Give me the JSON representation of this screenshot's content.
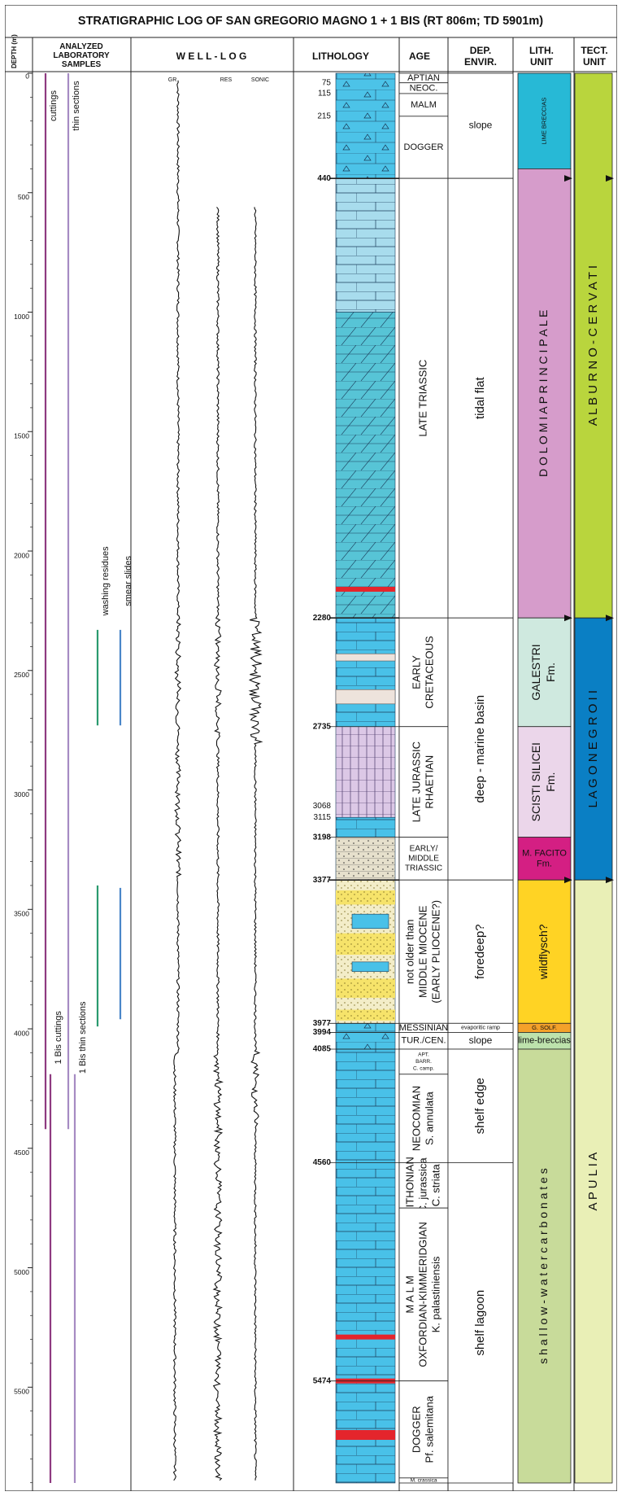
{
  "title": "STRATIGRAPHIC LOG OF SAN GREGORIO MAGNO 1 + 1 BIS (RT 806m; TD 5901m)",
  "headers": {
    "depth": "DEPTH (m)",
    "samples": [
      "ANALYZED",
      "LABORATORY",
      "SAMPLES"
    ],
    "welllog": "W E L L - L O G",
    "lithology": "LITHOLOGY",
    "age": "AGE",
    "depenv": [
      "DEP.",
      "ENVIR."
    ],
    "lithunit": [
      "LITH.",
      "UNIT"
    ],
    "tectunit": [
      "TECT.",
      "UNIT"
    ]
  },
  "depth_ticks": [
    {
      "label": "0",
      "depth": 0
    },
    {
      "label": "500",
      "depth": 500
    },
    {
      "label": "1000",
      "depth": 1000
    },
    {
      "label": "1500",
      "depth": 1500
    },
    {
      "label": "2000",
      "depth": 2000
    },
    {
      "label": "2500",
      "depth": 2500
    },
    {
      "label": "3000",
      "depth": 3000
    },
    {
      "label": "3500",
      "depth": 3500
    },
    {
      "label": "4000",
      "depth": 4000
    },
    {
      "label": "4500",
      "depth": 4500
    },
    {
      "label": "5000",
      "depth": 5000
    },
    {
      "label": "5500",
      "depth": 5500
    }
  ],
  "log_curves": [
    "GR",
    "RES",
    "SONIC"
  ],
  "samples": [
    {
      "label": "cuttings",
      "from": 0,
      "to": 4420,
      "color": "#8e3a80"
    },
    {
      "label": "thin sections",
      "from": 0,
      "to": 4420,
      "color": "#a68bc3"
    },
    {
      "label": "1 Bis cuttings",
      "from": 4190,
      "to": 5901,
      "color": "#8e3a80"
    },
    {
      "label": "1 Bis thin sections",
      "from": 4190,
      "to": 5901,
      "color": "#a68bc3"
    },
    {
      "label": "washing residues",
      "from": 2330,
      "to": 2730,
      "color": "#2a9a6e"
    },
    {
      "label": "washing residues",
      "from": 3400,
      "to": 3990,
      "color": "#2a9a6e"
    },
    {
      "label": "smear slides",
      "from": 2330,
      "to": 2730,
      "color": "#4a86c8"
    },
    {
      "label": "smear slides",
      "from": 3410,
      "to": 3960,
      "color": "#4a86c8"
    }
  ],
  "lith_depth_labels": [
    {
      "label": "75",
      "depth": 40
    },
    {
      "label": "115",
      "depth": 85
    },
    {
      "label": "215",
      "depth": 180
    },
    {
      "label": "440",
      "depth": 440
    },
    {
      "label": "2280",
      "depth": 2280
    },
    {
      "label": "2735",
      "depth": 2735
    },
    {
      "label": "3068",
      "depth": 3068
    },
    {
      "label": "3115",
      "depth": 3115
    },
    {
      "label": "3198",
      "depth": 3198
    },
    {
      "label": "3377",
      "depth": 3377
    },
    {
      "label": "3977",
      "depth": 3977
    },
    {
      "label": "3994",
      "depth": 4015
    },
    {
      "label": "4085",
      "depth": 4085
    },
    {
      "label": "4560",
      "depth": 4560
    },
    {
      "label": "5474",
      "depth": 5474
    }
  ],
  "lithology": [
    {
      "from": 0,
      "to": 440,
      "pattern": "breccia"
    },
    {
      "from": 440,
      "to": 1000,
      "pattern": "dolomite-light"
    },
    {
      "from": 1000,
      "to": 2280,
      "pattern": "dolomite-dark"
    },
    {
      "from": 2280,
      "to": 2735,
      "pattern": "limestone"
    },
    {
      "from": 2735,
      "to": 3115,
      "pattern": "chert"
    },
    {
      "from": 3115,
      "to": 3198,
      "pattern": "limestone"
    },
    {
      "from": 3198,
      "to": 3377,
      "pattern": "marl"
    },
    {
      "from": 3377,
      "to": 3977,
      "pattern": "flysch"
    },
    {
      "from": 3977,
      "to": 4085,
      "pattern": "breccia"
    },
    {
      "from": 4085,
      "to": 5901,
      "pattern": "limestone"
    }
  ],
  "age": [
    {
      "from": 0,
      "to": 40,
      "label": [
        "APTIAN"
      ]
    },
    {
      "from": 40,
      "to": 85,
      "label": [
        "NEOC."
      ]
    },
    {
      "from": 85,
      "to": 180,
      "label": [
        "MALM"
      ]
    },
    {
      "from": 180,
      "to": 440,
      "label": [
        "DOGGER"
      ]
    },
    {
      "from": 440,
      "to": 2280,
      "label": [
        "LATE   TRIASSIC"
      ],
      "vertical": true
    },
    {
      "from": 2280,
      "to": 2735,
      "label": [
        "EARLY",
        "CRETACEOUS"
      ],
      "vertical": true
    },
    {
      "from": 2735,
      "to": 3198,
      "label": [
        "LATE JURASSIC",
        "RHAETIAN"
      ],
      "vertical": true
    },
    {
      "from": 3198,
      "to": 3377,
      "label": [
        "EARLY/",
        "MIDDLE",
        "TRIASSIC"
      ]
    },
    {
      "from": 3377,
      "to": 3977,
      "label": [
        "not older than",
        "MIDDLE MIOCENE",
        "(EARLY PLIOCENE?)"
      ],
      "vertical": true
    },
    {
      "from": 3977,
      "to": 4015,
      "label": [
        "MESSINIAN"
      ]
    },
    {
      "from": 4015,
      "to": 4085,
      "label": [
        "TUR./CEN."
      ]
    },
    {
      "from": 4085,
      "to": 4190,
      "label": [
        "APT.",
        "BARR.",
        "C. camp."
      ],
      "small": true
    },
    {
      "from": 4190,
      "to": 4560,
      "label": [
        "NEOCOMIAN",
        "S. annulata"
      ],
      "vertical": true
    },
    {
      "from": 4560,
      "to": 4750,
      "label": [
        "TITHONIAN",
        "C. jurassica",
        "C. striata"
      ],
      "vertical": true
    },
    {
      "from": 4750,
      "to": 5474,
      "label": [
        "M A L M",
        "OXFORDIAN-KIMMERIDGIAN",
        "K. palastiniensis"
      ],
      "vertical": true
    },
    {
      "from": 5474,
      "to": 5880,
      "label": [
        "DOGGER",
        "Pf. salemitana"
      ],
      "vertical": true
    },
    {
      "from": 5880,
      "to": 5901,
      "label": [
        "M. crassica"
      ],
      "small": true
    }
  ],
  "depenv": [
    {
      "from": 0,
      "to": 440,
      "label": "slope"
    },
    {
      "from": 440,
      "to": 2280,
      "label": "tidal flat",
      "vertical": true
    },
    {
      "from": 2280,
      "to": 3377,
      "label": "deep - marine basin",
      "vertical": true
    },
    {
      "from": 3377,
      "to": 3977,
      "label": "foredeep?",
      "vertical": true
    },
    {
      "from": 3977,
      "to": 4015,
      "label": "evaporitic ramp"
    },
    {
      "from": 4015,
      "to": 4085,
      "label": "slope"
    },
    {
      "from": 4085,
      "to": 4560,
      "label": "shelf edge",
      "vertical": true
    },
    {
      "from": 4560,
      "to": 5901,
      "label": "shelf lagoon",
      "vertical": true
    }
  ],
  "lithunit": [
    {
      "from": 0,
      "to": 400,
      "label": "LIME BRECCIAS",
      "color": "#27b9d6",
      "vertical": true,
      "small": true
    },
    {
      "from": 400,
      "to": 2280,
      "label": "D O L O M I A     P R I N C I P A L E",
      "color": "#d69ccb",
      "vertical": true
    },
    {
      "from": 2280,
      "to": 2735,
      "label": "GALESTRI|Fm.",
      "color": "#cfe9df",
      "vertical": true
    },
    {
      "from": 2735,
      "to": 3198,
      "label": "SCISTI SILICEI|Fm.",
      "color": "#ebd6ea",
      "vertical": true
    },
    {
      "from": 3198,
      "to": 3377,
      "label": "M. FACITO|Fm.",
      "color": "#d41f83",
      "textcolor": "#ffd400"
    },
    {
      "from": 3377,
      "to": 3977,
      "label": "wildflysch?",
      "color": "#ffd324",
      "vertical": true
    },
    {
      "from": 3977,
      "to": 4015,
      "label": "G. SOLF.",
      "color": "#f4a12a",
      "small": true
    },
    {
      "from": 4015,
      "to": 4085,
      "label": "lime-breccias",
      "color": "#bde2ac"
    },
    {
      "from": 4085,
      "to": 5901,
      "label": "s h a l l o w - w a t e r      c a r b o n a t e s",
      "color": "#c8db9a",
      "vertical": true
    }
  ],
  "tectunit": [
    {
      "from": 0,
      "to": 2280,
      "label": "A L B U R N O - C E R V A T I",
      "color": "#b9d53d"
    },
    {
      "from": 2280,
      "to": 3377,
      "label": "L A G O N E G R O     I I",
      "color": "#0a7fc4"
    },
    {
      "from": 3377,
      "to": 5901,
      "label": "A P U L I A",
      "color": "#e9efb6"
    }
  ],
  "red_beds": [
    {
      "depth": 2160
    },
    {
      "depth": 5290
    },
    {
      "depth": 5474
    },
    {
      "depth": 5700
    }
  ]
}
